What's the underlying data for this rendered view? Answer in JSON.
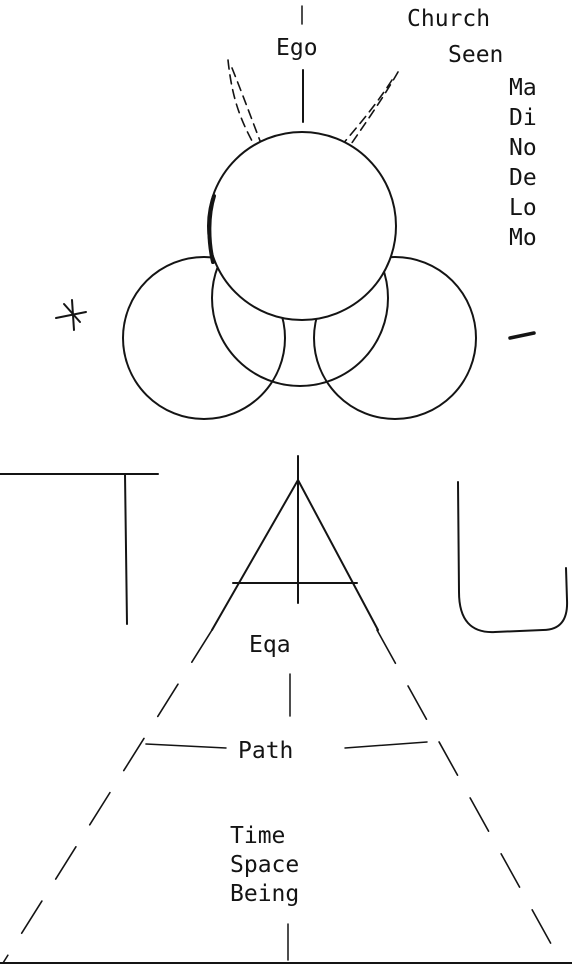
{
  "top_labels": {
    "church": "Church",
    "ego": "Ego",
    "seen": "Seen"
  },
  "seen_list": [
    "Ma",
    "Di",
    "No",
    "De",
    "Lo",
    "Mo"
  ],
  "tau_letters": [
    "T",
    "A",
    "U"
  ],
  "pyramid_labels": {
    "eqa": "Eqa",
    "path": "Path",
    "time_space_being": [
      "Time",
      "Space",
      "Being"
    ]
  },
  "side_marks": {
    "left": "+",
    "right": "-"
  }
}
